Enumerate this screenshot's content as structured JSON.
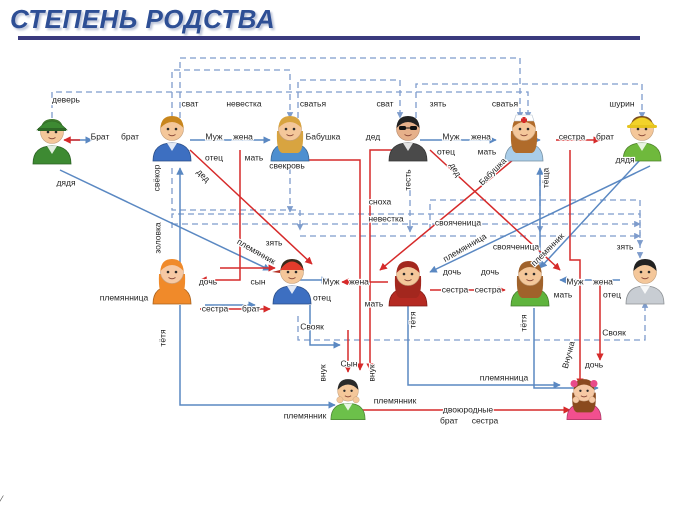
{
  "title": "СТЕПЕНЬ РОДСТВА",
  "colors": {
    "blue": "#5a88c2",
    "red": "#d62a2a",
    "dashed": "#7e9ccc",
    "title": "#2e4f95",
    "rule": "#3a3a7e"
  },
  "people": [
    {
      "id": "uncle-soldier",
      "icon": "soldier-icon",
      "skin": "#f4c79a",
      "hair": "#3f7a2e",
      "shirt": "#3d8a32",
      "cap": "#3d8a32"
    },
    {
      "id": "father-in-law",
      "icon": "man-icon",
      "skin": "#f4c79a",
      "hair": "#c8861d",
      "shirt": "#3d6fc1",
      "cap": ""
    },
    {
      "id": "mother-in-law",
      "icon": "woman-icon",
      "skin": "#f4c79a",
      "hair": "#d8a440",
      "shirt": "#4d8fd0",
      "cap": ""
    },
    {
      "id": "grandfather",
      "icon": "man-sunglasses-icon",
      "skin": "#e6b08a",
      "hair": "#222222",
      "shirt": "#4a4a4a",
      "cap": ""
    },
    {
      "id": "grandmother-nurse",
      "icon": "nurse-icon",
      "skin": "#f4c79a",
      "hair": "#b06b2a",
      "shirt": "#a9cde9",
      "cap": "#ffffff"
    },
    {
      "id": "brother-in-law-builder",
      "icon": "builder-icon",
      "skin": "#f4c79a",
      "hair": "#7a4a1e",
      "shirt": "#6fb93c",
      "cap": "#f2d32a"
    },
    {
      "id": "niece",
      "icon": "girl-icon",
      "skin": "#f6c9a4",
      "hair": "#f08a2a",
      "shirt": "#f08a2a",
      "cap": ""
    },
    {
      "id": "husband-cap",
      "icon": "man-cap-icon",
      "skin": "#f4c79a",
      "hair": "#3a2a1a",
      "shirt": "#3d6fc1",
      "cap": "#e23b2b"
    },
    {
      "id": "wife",
      "icon": "woman-redhead-icon",
      "skin": "#f4c79a",
      "hair": "#a3271e",
      "shirt": "#b52a22",
      "cap": ""
    },
    {
      "id": "sister-green",
      "icon": "woman-green-icon",
      "skin": "#f4c79a",
      "hair": "#a0622b",
      "shirt": "#5fb43d",
      "cap": ""
    },
    {
      "id": "uncle-grey",
      "icon": "man-grey-icon",
      "skin": "#f4c79a",
      "hair": "#222222",
      "shirt": "#c8cdd3",
      "cap": ""
    },
    {
      "id": "son-child",
      "icon": "boy-icon",
      "skin": "#f4c79a",
      "hair": "#2a2a2a",
      "shirt": "#6cc04a",
      "cap": ""
    },
    {
      "id": "daughter-child",
      "icon": "girl-child-icon",
      "skin": "#f6c9a4",
      "hair": "#8a4a1e",
      "shirt": "#f24f8f",
      "cap": "#e84a8a"
    }
  ],
  "labels": [
    {
      "id": "deverj",
      "text": "деверь"
    },
    {
      "id": "brat-1",
      "text": "Брат"
    },
    {
      "id": "brat-2",
      "text": "брат"
    },
    {
      "id": "djadja-1",
      "text": "дядя"
    },
    {
      "id": "svat-1",
      "text": "сват"
    },
    {
      "id": "nevestka-1",
      "text": "невестка"
    },
    {
      "id": "muzh-1",
      "text": "Муж"
    },
    {
      "id": "zhena-1",
      "text": "жена"
    },
    {
      "id": "otec-1",
      "text": "отец"
    },
    {
      "id": "mat-1",
      "text": "мать"
    },
    {
      "id": "ded-1",
      "text": "дед"
    },
    {
      "id": "svekor",
      "text": "свёкор"
    },
    {
      "id": "svatja-1",
      "text": "сватья"
    },
    {
      "id": "babushka-1",
      "text": "Бабушка"
    },
    {
      "id": "svekrov",
      "text": "свекровь"
    },
    {
      "id": "svat-2",
      "text": "сват"
    },
    {
      "id": "zjat-1",
      "text": "зять"
    },
    {
      "id": "ded-2",
      "text": "дед"
    },
    {
      "id": "muzh-2",
      "text": "Муж"
    },
    {
      "id": "zhena-2",
      "text": "жена"
    },
    {
      "id": "otec-2",
      "text": "отец"
    },
    {
      "id": "mat-2",
      "text": "мать"
    },
    {
      "id": "ded-3",
      "text": "дед"
    },
    {
      "id": "babushka-2",
      "text": "Бабушка"
    },
    {
      "id": "test",
      "text": "тесть"
    },
    {
      "id": "teshha",
      "text": "тёща"
    },
    {
      "id": "svatja-2",
      "text": "сватья"
    },
    {
      "id": "shurin",
      "text": "шурин"
    },
    {
      "id": "sestra-1",
      "text": "сестра"
    },
    {
      "id": "brat-3",
      "text": "брат"
    },
    {
      "id": "djadja-2",
      "text": "дядя"
    },
    {
      "id": "snoha",
      "text": "сноха"
    },
    {
      "id": "nevestka-2",
      "text": "невестка"
    },
    {
      "id": "svojachenica-1",
      "text": "свояченица"
    },
    {
      "id": "svojachenica-2",
      "text": "свояченица"
    },
    {
      "id": "zolovka",
      "text": "золовка"
    },
    {
      "id": "zjat-2",
      "text": "зять"
    },
    {
      "id": "plemjannik-1",
      "text": "племянник"
    },
    {
      "id": "plemjannica-1",
      "text": "племянница"
    },
    {
      "id": "zjat-3",
      "text": "зять"
    },
    {
      "id": "plemjannica-2",
      "text": "племянница"
    },
    {
      "id": "doch-1",
      "text": "дочь"
    },
    {
      "id": "syn-1",
      "text": "сын"
    },
    {
      "id": "muzh-3",
      "text": "Муж"
    },
    {
      "id": "zhena-3",
      "text": "жена"
    },
    {
      "id": "doch-2",
      "text": "дочь"
    },
    {
      "id": "doch-3",
      "text": "дочь"
    },
    {
      "id": "muzh-4",
      "text": "Муж"
    },
    {
      "id": "zhena-4",
      "text": "жена"
    },
    {
      "id": "plemjannik-2",
      "text": "племянник"
    },
    {
      "id": "otec-3",
      "text": "отец"
    },
    {
      "id": "mat-3",
      "text": "мать"
    },
    {
      "id": "sestra-2",
      "text": "сестра"
    },
    {
      "id": "sestra-3",
      "text": "сестра"
    },
    {
      "id": "mat-4",
      "text": "мать"
    },
    {
      "id": "otec-4",
      "text": "отец"
    },
    {
      "id": "sestra-4",
      "text": "сестра"
    },
    {
      "id": "brat-4",
      "text": "брат"
    },
    {
      "id": "svojak-1",
      "text": "Свояк"
    },
    {
      "id": "svojak-2",
      "text": "Свояк"
    },
    {
      "id": "tetja-1",
      "text": "тётя"
    },
    {
      "id": "tetja-2",
      "text": "тётя"
    },
    {
      "id": "tetja-3",
      "text": "тётя"
    },
    {
      "id": "vnuk-1",
      "text": "внук"
    },
    {
      "id": "vnuk-2",
      "text": "внук"
    },
    {
      "id": "syn-2",
      "text": "Сын"
    },
    {
      "id": "plemjannica-3",
      "text": "племянница"
    },
    {
      "id": "vnuchka",
      "text": "Внучка"
    },
    {
      "id": "doch-4",
      "text": "дочь"
    },
    {
      "id": "plemjannik-3",
      "text": "племянник"
    },
    {
      "id": "plemjannik-4",
      "text": "племянник"
    },
    {
      "id": "dvojurodnye",
      "text": "двоюродные"
    },
    {
      "id": "brat-5",
      "text": "брат"
    },
    {
      "id": "sestra-5",
      "text": "сестра"
    }
  ],
  "corner_mark": "⁄"
}
